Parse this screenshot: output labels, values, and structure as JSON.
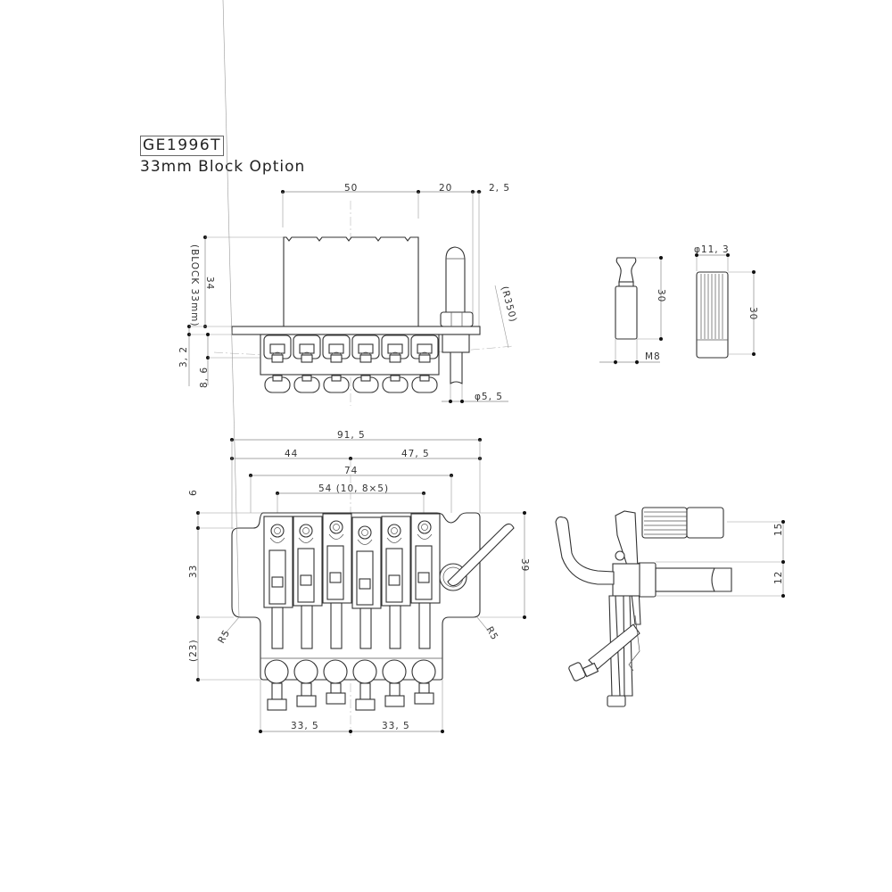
{
  "header": {
    "model": "GE1996T",
    "subtitle": "33mm Block Option"
  },
  "side_view": {
    "dim_block_width": "50",
    "dim_post_offset": "20",
    "dim_post_edge": "2, 5",
    "dim_height": "34",
    "dim_height_note": "(BLOCK  33mm)",
    "dim_plate": "3, 2",
    "dim_saddle": "8, 6",
    "dim_radius": "(R350)",
    "dim_arm_dia": "φ5, 5"
  },
  "parts_view": {
    "post_height": "30",
    "post_thread": "M8",
    "knob_dia": "φ11, 3",
    "knob_height": "30"
  },
  "top_view": {
    "dim_total_width": "91, 5",
    "dim_left": "44",
    "dim_right": "47, 5",
    "dim_stud_span": "74",
    "dim_string_spacing": "54 (10, 8×5)",
    "dim_top_offset": "6",
    "dim_body": "33",
    "dim_tail": "(23)",
    "dim_depth": "39",
    "radius_left": "R5",
    "radius_right": "R5",
    "dim_fine_left": "33, 5",
    "dim_fine_right": "33, 5"
  },
  "end_view": {
    "dim_upper": "15",
    "dim_lower": "12"
  },
  "colors": {
    "line": "#333333",
    "dimension": "#888888",
    "background": "#ffffff"
  }
}
